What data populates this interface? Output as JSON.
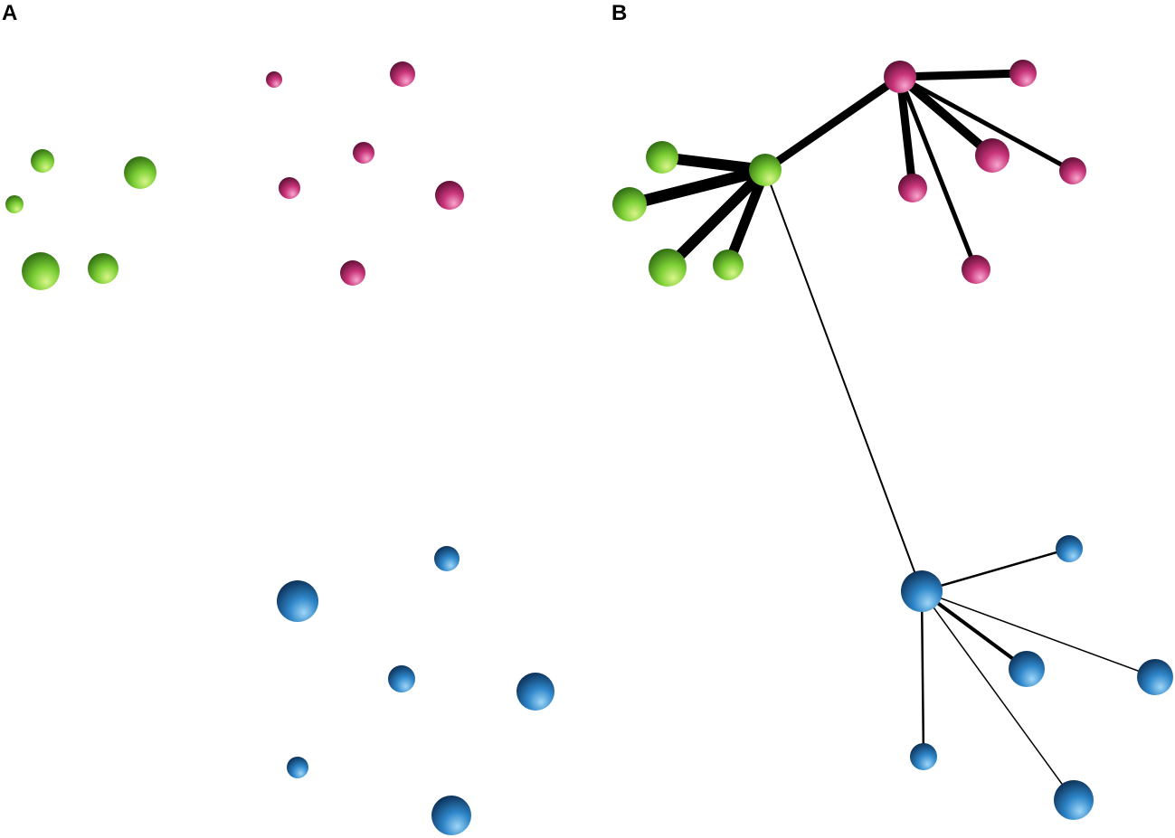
{
  "panels": {
    "a": {
      "label": "A"
    },
    "b": {
      "label": "B"
    }
  },
  "colors": {
    "green": "#7ccf35",
    "pink": "#c9357a",
    "blue": "#2e86c9",
    "edge": "#000000",
    "background": "#ffffff"
  },
  "groups": [
    "green",
    "pink",
    "blue"
  ],
  "node_counts": {
    "green": 5,
    "pink": 6,
    "blue": 6
  }
}
